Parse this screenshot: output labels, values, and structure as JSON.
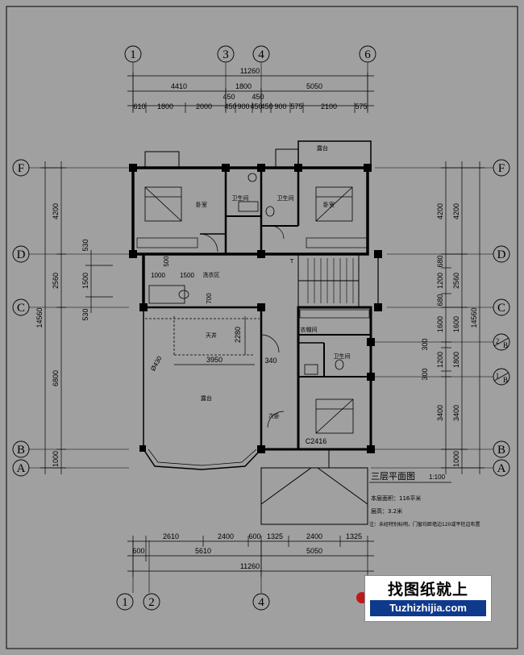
{
  "axes": {
    "top": [
      "1",
      "3",
      "4",
      "6"
    ],
    "left": [
      "F",
      "D",
      "C",
      "B",
      "A"
    ],
    "right": [
      "F",
      "D",
      "C",
      "B",
      "A"
    ],
    "right_sub": [
      {
        "num": "2",
        "sub": "B"
      },
      {
        "num": "1",
        "sub": "B"
      }
    ],
    "bottom": [
      "1",
      "2",
      "4"
    ]
  },
  "dims": {
    "top_total": "11260",
    "top_mid": [
      "4410",
      "1800",
      "5050"
    ],
    "top_detail": [
      "610",
      "1800",
      "2000",
      "450",
      "900",
      "450",
      "450",
      "900",
      "575",
      "2100",
      "575"
    ],
    "top_small": [
      "450",
      "450"
    ],
    "bottom_detail": [
      "2610",
      "2400",
      "600",
      "1325",
      "2400",
      "1325"
    ],
    "bottom_mid": [
      "600",
      "5610",
      "5050"
    ],
    "bottom_total": "11260",
    "left_outer": "14560",
    "left_mid": [
      "4200",
      "2560",
      "6800",
      "1000"
    ],
    "left_detail": [
      "530",
      "1500",
      "530"
    ],
    "right_outer": "14560",
    "right_mid": [
      "4200",
      "2560",
      "1600",
      "1800",
      "3400",
      "1000"
    ],
    "right_detail": [
      "4200",
      "680",
      "1200",
      "680",
      "1600",
      "300",
      "1200",
      "300",
      "3400"
    ],
    "interior": [
      "500",
      "1000",
      "1500",
      "700",
      "2280",
      "3950",
      "340",
      "C2416"
    ],
    "dia": "Ø430"
  },
  "rooms": {
    "terrace_top": "露台",
    "bedroom_left": "卧室",
    "bath1": "卫生间",
    "bath2": "卫生间",
    "bedroom_right": "卧室",
    "laundry": "洗衣区",
    "skywell": "天井",
    "terrace_main": "露台",
    "cloakroom": "衣帽间",
    "bath3": "卫生间",
    "master": "次卧",
    "stair_mark": "T"
  },
  "title": {
    "main": "三层平面图",
    "scale": "1:100",
    "area": "本层面积：116平米",
    "height": "层高：3.2米",
    "note": "注：未经特别标明，门窗均距墙边120或平柱边布置"
  },
  "watermark": {
    "cn": "找图纸就上",
    "en": "Tuzhizhijia.com"
  },
  "colors": {
    "background": "#a0a0a0",
    "line": "#000000",
    "wall_fill": "#000000",
    "watermark_band": "#0f3a8c",
    "logo": "#c01818"
  }
}
